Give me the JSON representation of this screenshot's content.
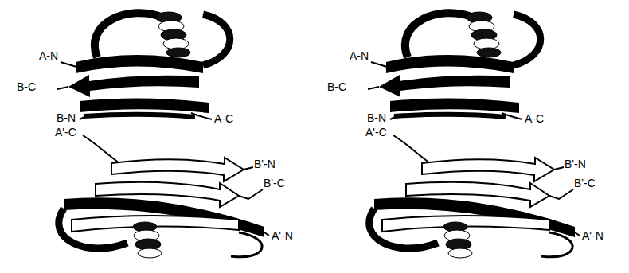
{
  "diagram": {
    "labels": [
      "A-N",
      "B-C",
      "B-N",
      "A'-C",
      "A-C",
      "B'-N",
      "B'-C",
      "A'-N",
      "A-N",
      "B-C",
      "B-N",
      "A'-C",
      "A-C",
      "B'-N",
      "B'-C",
      "A'-N"
    ]
  }
}
